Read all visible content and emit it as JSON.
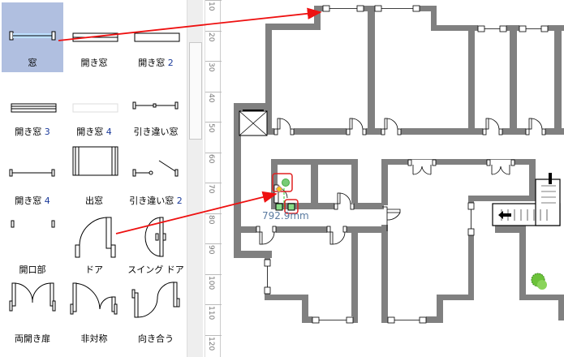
{
  "palette": {
    "items": [
      {
        "label": "窓",
        "num": "",
        "selected": true,
        "icon": "window"
      },
      {
        "label": "開き窓",
        "num": "",
        "icon": "casement-window"
      },
      {
        "label": "開き窓 ",
        "num": "2",
        "icon": "casement-window-2"
      },
      {
        "label": "開き窓 ",
        "num": "3",
        "icon": "casement-window-3"
      },
      {
        "label": "開き窓 ",
        "num": "4",
        "icon": "casement-window-4"
      },
      {
        "label": "引き違い窓",
        "num": "",
        "icon": "sliding-window"
      },
      {
        "label": "開き窓 ",
        "num": "4",
        "icon": "casement-window-4b"
      },
      {
        "label": "出窓",
        "num": "",
        "icon": "bay-window"
      },
      {
        "label": "引き違い窓 ",
        "num": "2",
        "icon": "sliding-window-2"
      },
      {
        "label": "開口部",
        "num": "",
        "icon": "opening"
      },
      {
        "label": "ドア",
        "num": "",
        "icon": "door"
      },
      {
        "label": "スイング ドア",
        "num": "",
        "icon": "swing-door"
      },
      {
        "label": "両開き扉",
        "num": "",
        "icon": "double-door"
      },
      {
        "label": "非対称",
        "num": "",
        "icon": "asymmetric-door"
      },
      {
        "label": "向き合う",
        "num": "",
        "icon": "opposing-doors"
      }
    ]
  },
  "ruler": {
    "labels": [
      "10",
      "20",
      "30",
      "40",
      "50",
      "60",
      "70",
      "80",
      "90",
      "100",
      "110",
      "120"
    ]
  },
  "canvas": {
    "measurement": "792.9mm"
  },
  "colors": {
    "wall": "#808080",
    "selection": "#b0bfe0",
    "arrow": "#ee1111",
    "highlight": "#e02020"
  }
}
